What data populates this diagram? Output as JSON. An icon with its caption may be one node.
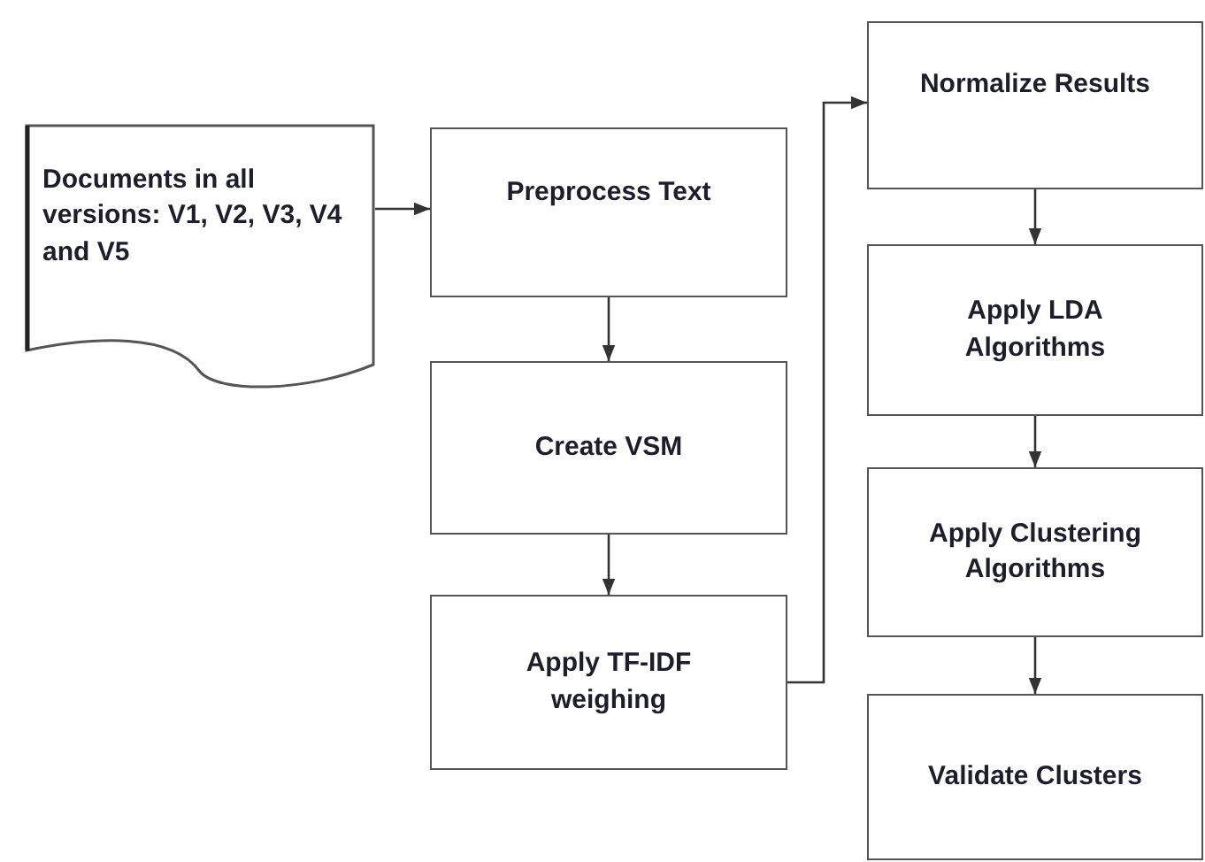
{
  "diagram": {
    "nodes": [
      {
        "text": [
          "Documents in all versions: V1, V2, V3, V4  and V5"
        ]
      },
      {
        "text": [
          "Preprocess Text"
        ]
      },
      {
        "text": [
          "Create VSM"
        ]
      },
      {
        "text": [
          "Apply TF-IDF weighing"
        ]
      },
      {
        "text": [
          "Normalize Results"
        ]
      },
      {
        "text": [
          "Apply LDA Algorithms"
        ]
      },
      {
        "text": [
          "Apply Clustering Algorithms"
        ]
      },
      {
        "text": [
          "Validate Clusters"
        ]
      }
    ],
    "edges": [
      {
        "from": 0,
        "to": 1,
        "arrow": "to"
      },
      {
        "from": 1,
        "to": 2,
        "arrow": "to"
      },
      {
        "from": 2,
        "to": 3,
        "arrow": "to"
      },
      {
        "from": 3,
        "to": 4,
        "arrow": "to"
      },
      {
        "from": 4,
        "to": 5,
        "arrow": "to"
      },
      {
        "from": 5,
        "to": 6,
        "arrow": "to"
      },
      {
        "from": 6,
        "to": 7,
        "arrow": "to"
      }
    ]
  }
}
